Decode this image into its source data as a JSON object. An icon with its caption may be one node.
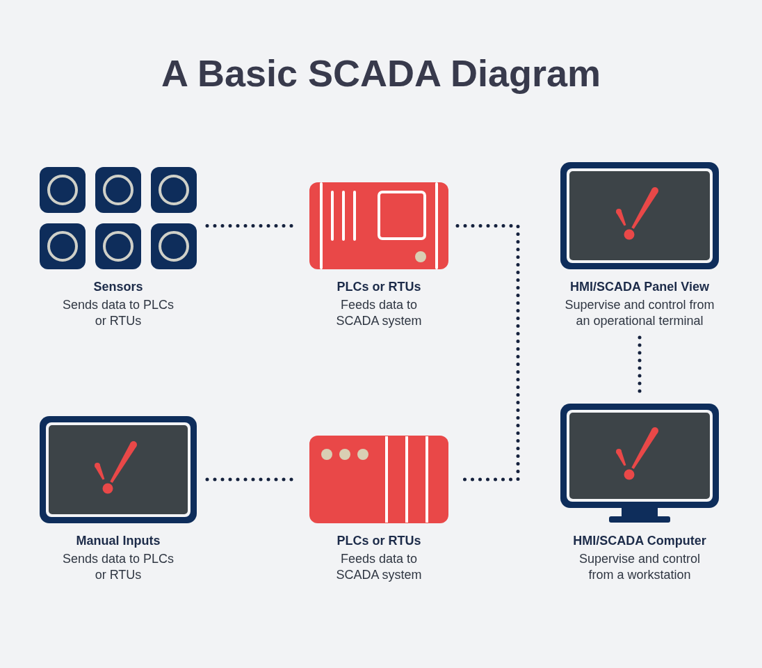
{
  "diagram": {
    "title": "A Basic SCADA Diagram",
    "nodes": [
      {
        "text": [
          "Sensors",
          "Sends data to PLCs or RTUs"
        ]
      },
      {
        "text": [
          "PLCs or RTUs",
          "Feeds data to SCADA system"
        ]
      },
      {
        "text": [
          "HMI/SCADA Panel View",
          "Supervise and control from an operational terminal"
        ]
      },
      {
        "text": [
          "Manual Inputs",
          "Sends data to PLCs or RTUs"
        ]
      },
      {
        "text": [
          "PLCs or RTUs",
          "Feeds data to SCADA system"
        ]
      },
      {
        "text": [
          "HMI/SCADA Computer",
          "Supervise and control from a workstation"
        ]
      }
    ],
    "edges": [
      {
        "from": 0,
        "to": 1,
        "arrow": "none"
      },
      {
        "from": 1,
        "to": 4,
        "arrow": "none"
      },
      {
        "from": 2,
        "to": 5,
        "arrow": "none"
      },
      {
        "from": 3,
        "to": 4,
        "arrow": "none"
      }
    ]
  }
}
